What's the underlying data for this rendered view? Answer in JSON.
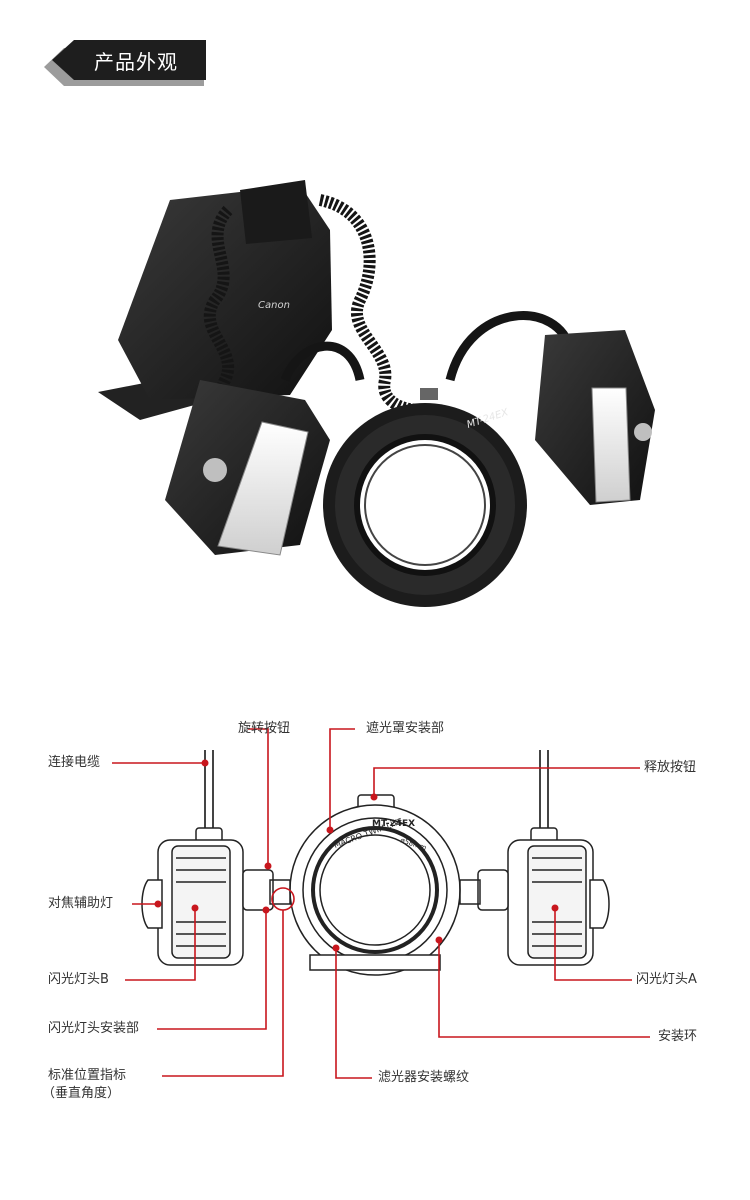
{
  "section": {
    "title": "产品外观"
  },
  "product": {
    "brand": "Canon",
    "model": "MT-24EX",
    "ring_text": "MACRO TWIN LITE",
    "ring_size": "ø58mm"
  },
  "callouts": {
    "rotate_button": "旋转按钮",
    "hood_mount": "遮光罩安装部",
    "connecting_cable": "连接电缆",
    "release_button": "释放按钮",
    "af_assist_light": "对焦辅助灯",
    "flash_head_b": "闪光灯头B",
    "flash_head_a": "闪光灯头A",
    "head_mount": "闪光灯头安装部",
    "mounting_ring": "安装环",
    "std_position_line1": "标准位置指标",
    "std_position_line2": "（垂直角度）",
    "filter_thread": "滤光器安装螺纹"
  },
  "colors": {
    "accent": "#c8161d",
    "dark": "#1e1e1e"
  }
}
